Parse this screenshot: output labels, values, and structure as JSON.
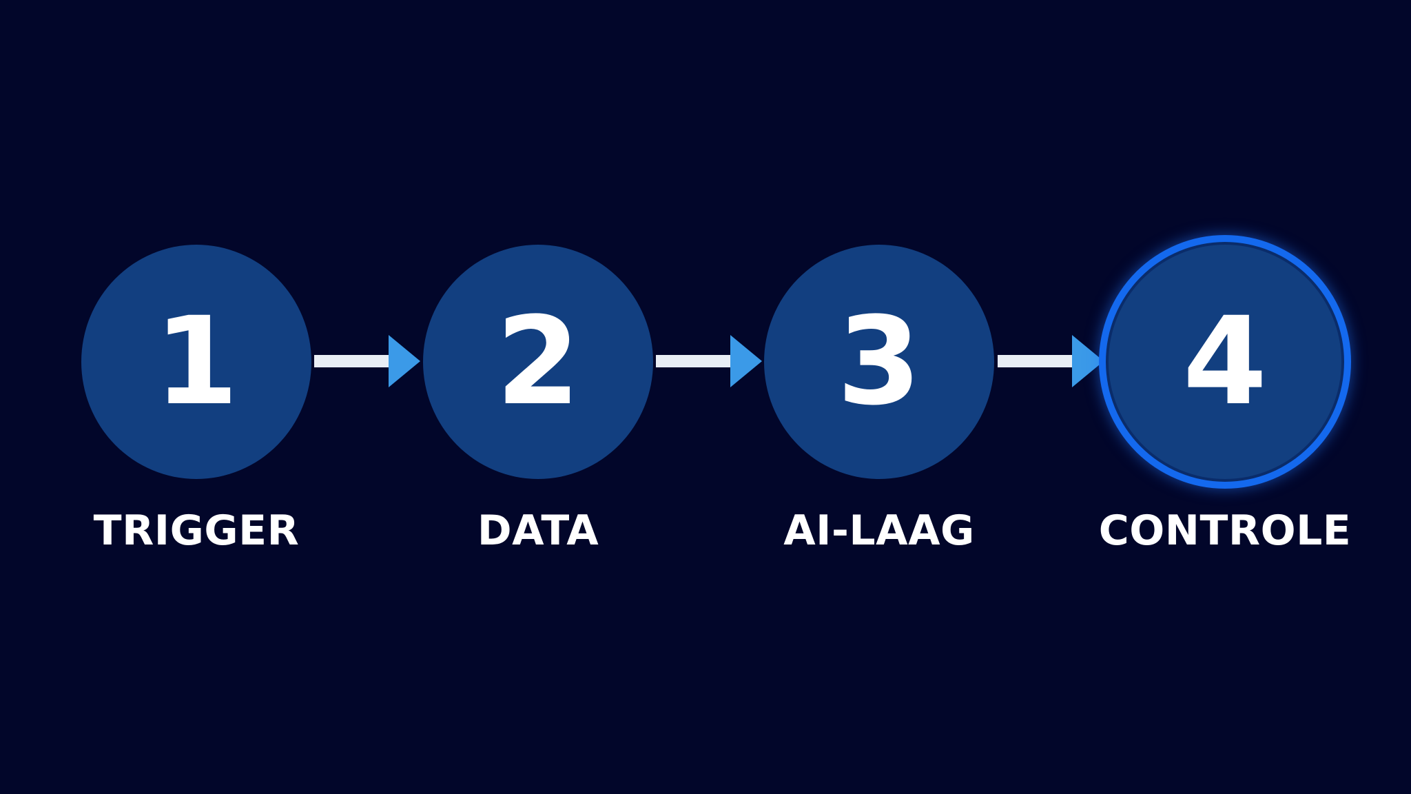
{
  "diagram": {
    "steps": [
      {
        "number": "1",
        "label": "TRIGGER",
        "active": false
      },
      {
        "number": "2",
        "label": "DATA",
        "active": false
      },
      {
        "number": "3",
        "label": "AI-LAAG",
        "active": false
      },
      {
        "number": "4",
        "label": "CONTROLE",
        "active": true
      }
    ],
    "colors": {
      "background": "#02062a",
      "circle_fill": "#123f80",
      "active_ring": "#1469ee",
      "arrow_shaft": "#e9eef5",
      "arrow_head": "#3b9ae8",
      "text": "#ffffff"
    }
  }
}
